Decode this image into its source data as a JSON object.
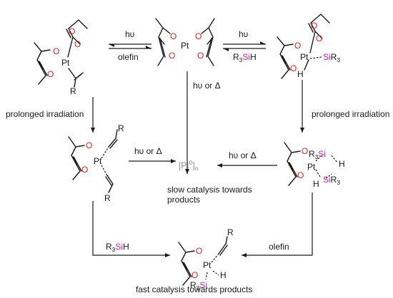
{
  "colors": {
    "oxygen": "#e8231f",
    "silicon": "#d118c7",
    "bond": "#1a1a1a",
    "pt0": "#8c8c8c"
  },
  "atoms": {
    "O": "O",
    "Pt": "Pt",
    "R": "R",
    "H": "H",
    "Si": "Si",
    "R3": "R3",
    "R_3": "3"
  },
  "labels": {
    "hv_top_left": "hυ",
    "olefin_top_left": "olefin",
    "hv_top_right": "hυ",
    "r3sih_top_right_prefix": "R",
    "r3sih_top_right_sub": "3",
    "r3sih_top_right_si": "Si",
    "r3sih_top_right_suffix": "H",
    "hv_or_delta_center": "hυ or Δ",
    "prolonged_left": "prolonged irradiation",
    "prolonged_right": "prolonged irradiation",
    "hv_or_delta_mid_left": "hυ or Δ",
    "hv_or_delta_mid_right": "hυ or Δ",
    "pt0_prefix": "[Pt",
    "pt0_sup": "0",
    "pt0_suffix": "]",
    "pt0_sub": "n",
    "slow_catalysis_line1": "slow catalysis towards",
    "slow_catalysis_line2": "products",
    "r3sih_bottom_prefix": "R",
    "r3sih_bottom_sub": "3",
    "r3sih_bottom_si": "Si",
    "r3sih_bottom_suffix": "H",
    "olefin_bottom_right": "olefin",
    "fast_catalysis": "fast catalysis towards products"
  }
}
